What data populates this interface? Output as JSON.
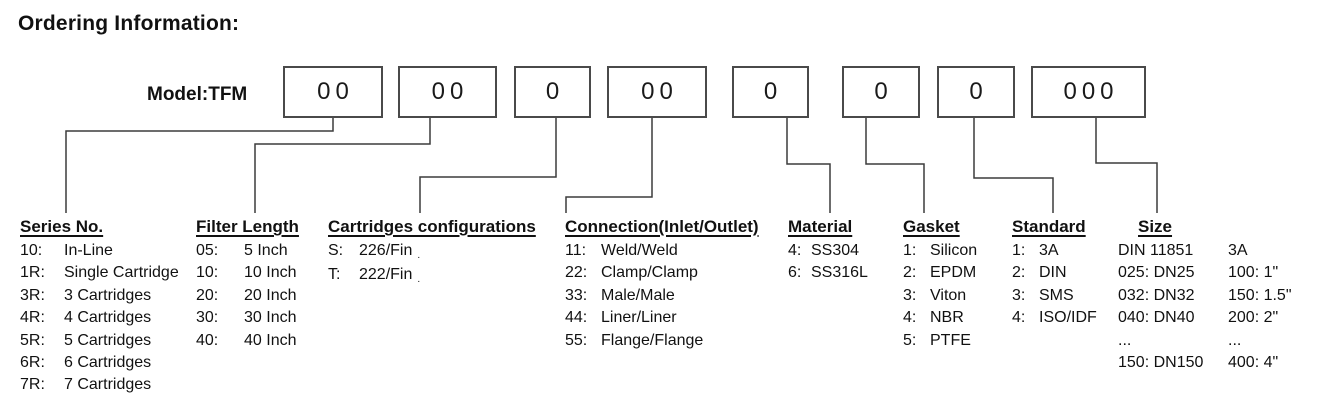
{
  "title": "Ordering Information:",
  "colors": {
    "text": "#111111",
    "line": "#3c3c3c",
    "box_border": "#4a4a4a"
  },
  "model": {
    "label": "Model:TFM",
    "boxes": [
      "00",
      "00",
      "0",
      "00",
      "0",
      "0",
      "0",
      "000"
    ]
  },
  "columns": [
    {
      "header": "Series No.",
      "items": [
        {
          "code": "10:",
          "label": "In-Line"
        },
        {
          "code": "1R:",
          "label": "Single Cartridge"
        },
        {
          "code": "3R:",
          "label": "3 Cartridges"
        },
        {
          "code": "4R:",
          "label": "4 Cartridges"
        },
        {
          "code": "5R:",
          "label": "5 Cartridges"
        },
        {
          "code": "6R:",
          "label": "6 Cartridges"
        },
        {
          "code": "7R:",
          "label": "7 Cartridges"
        }
      ]
    },
    {
      "header": "Filter Length",
      "items": [
        {
          "code": "05:",
          "label": "5 Inch"
        },
        {
          "code": "10:",
          "label": "10 Inch"
        },
        {
          "code": "20:",
          "label": "20 Inch"
        },
        {
          "code": "30:",
          "label": "30 Inch"
        },
        {
          "code": "40:",
          "label": "40 Inch"
        }
      ]
    },
    {
      "header": "Cartridges configurations",
      "items": [
        {
          "code": "S:",
          "label": "226/Fin",
          "note": "."
        },
        {
          "code": "T:",
          "label": "222/Fin",
          "note": "."
        }
      ]
    },
    {
      "header": "Connection(Inlet/Outlet)",
      "items": [
        {
          "code": "11:",
          "label": "Weld/Weld"
        },
        {
          "code": "22:",
          "label": "Clamp/Clamp"
        },
        {
          "code": "33:",
          "label": "Male/Male"
        },
        {
          "code": "44:",
          "label": "Liner/Liner"
        },
        {
          "code": "55:",
          "label": "Flange/Flange"
        }
      ]
    },
    {
      "header": "Material",
      "items": [
        {
          "code": "4:",
          "label": "SS304"
        },
        {
          "code": "6:",
          "label": "SS316L"
        }
      ]
    },
    {
      "header": "Gasket",
      "items": [
        {
          "code": "1:",
          "label": "Silicon"
        },
        {
          "code": "2:",
          "label": "EPDM"
        },
        {
          "code": "3:",
          "label": "Viton"
        },
        {
          "code": "4:",
          "label": "NBR"
        },
        {
          "code": "5:",
          "label": "PTFE"
        }
      ]
    },
    {
      "header": "Standard",
      "items": [
        {
          "code": "1:",
          "label": "3A"
        },
        {
          "code": "2:",
          "label": "DIN"
        },
        {
          "code": "3:",
          "label": "SMS"
        },
        {
          "code": "4:",
          "label": "ISO/IDF"
        }
      ]
    },
    {
      "header": "Size",
      "sub_columns": [
        {
          "items": [
            "DIN 11851",
            "025: DN25",
            "032: DN32",
            "040: DN40",
            "...",
            "150: DN150"
          ]
        },
        {
          "items": [
            "3A",
            "100: 1\"",
            "150: 1.5\"",
            "200: 2\"",
            "...",
            "400: 4\""
          ]
        }
      ]
    }
  ]
}
